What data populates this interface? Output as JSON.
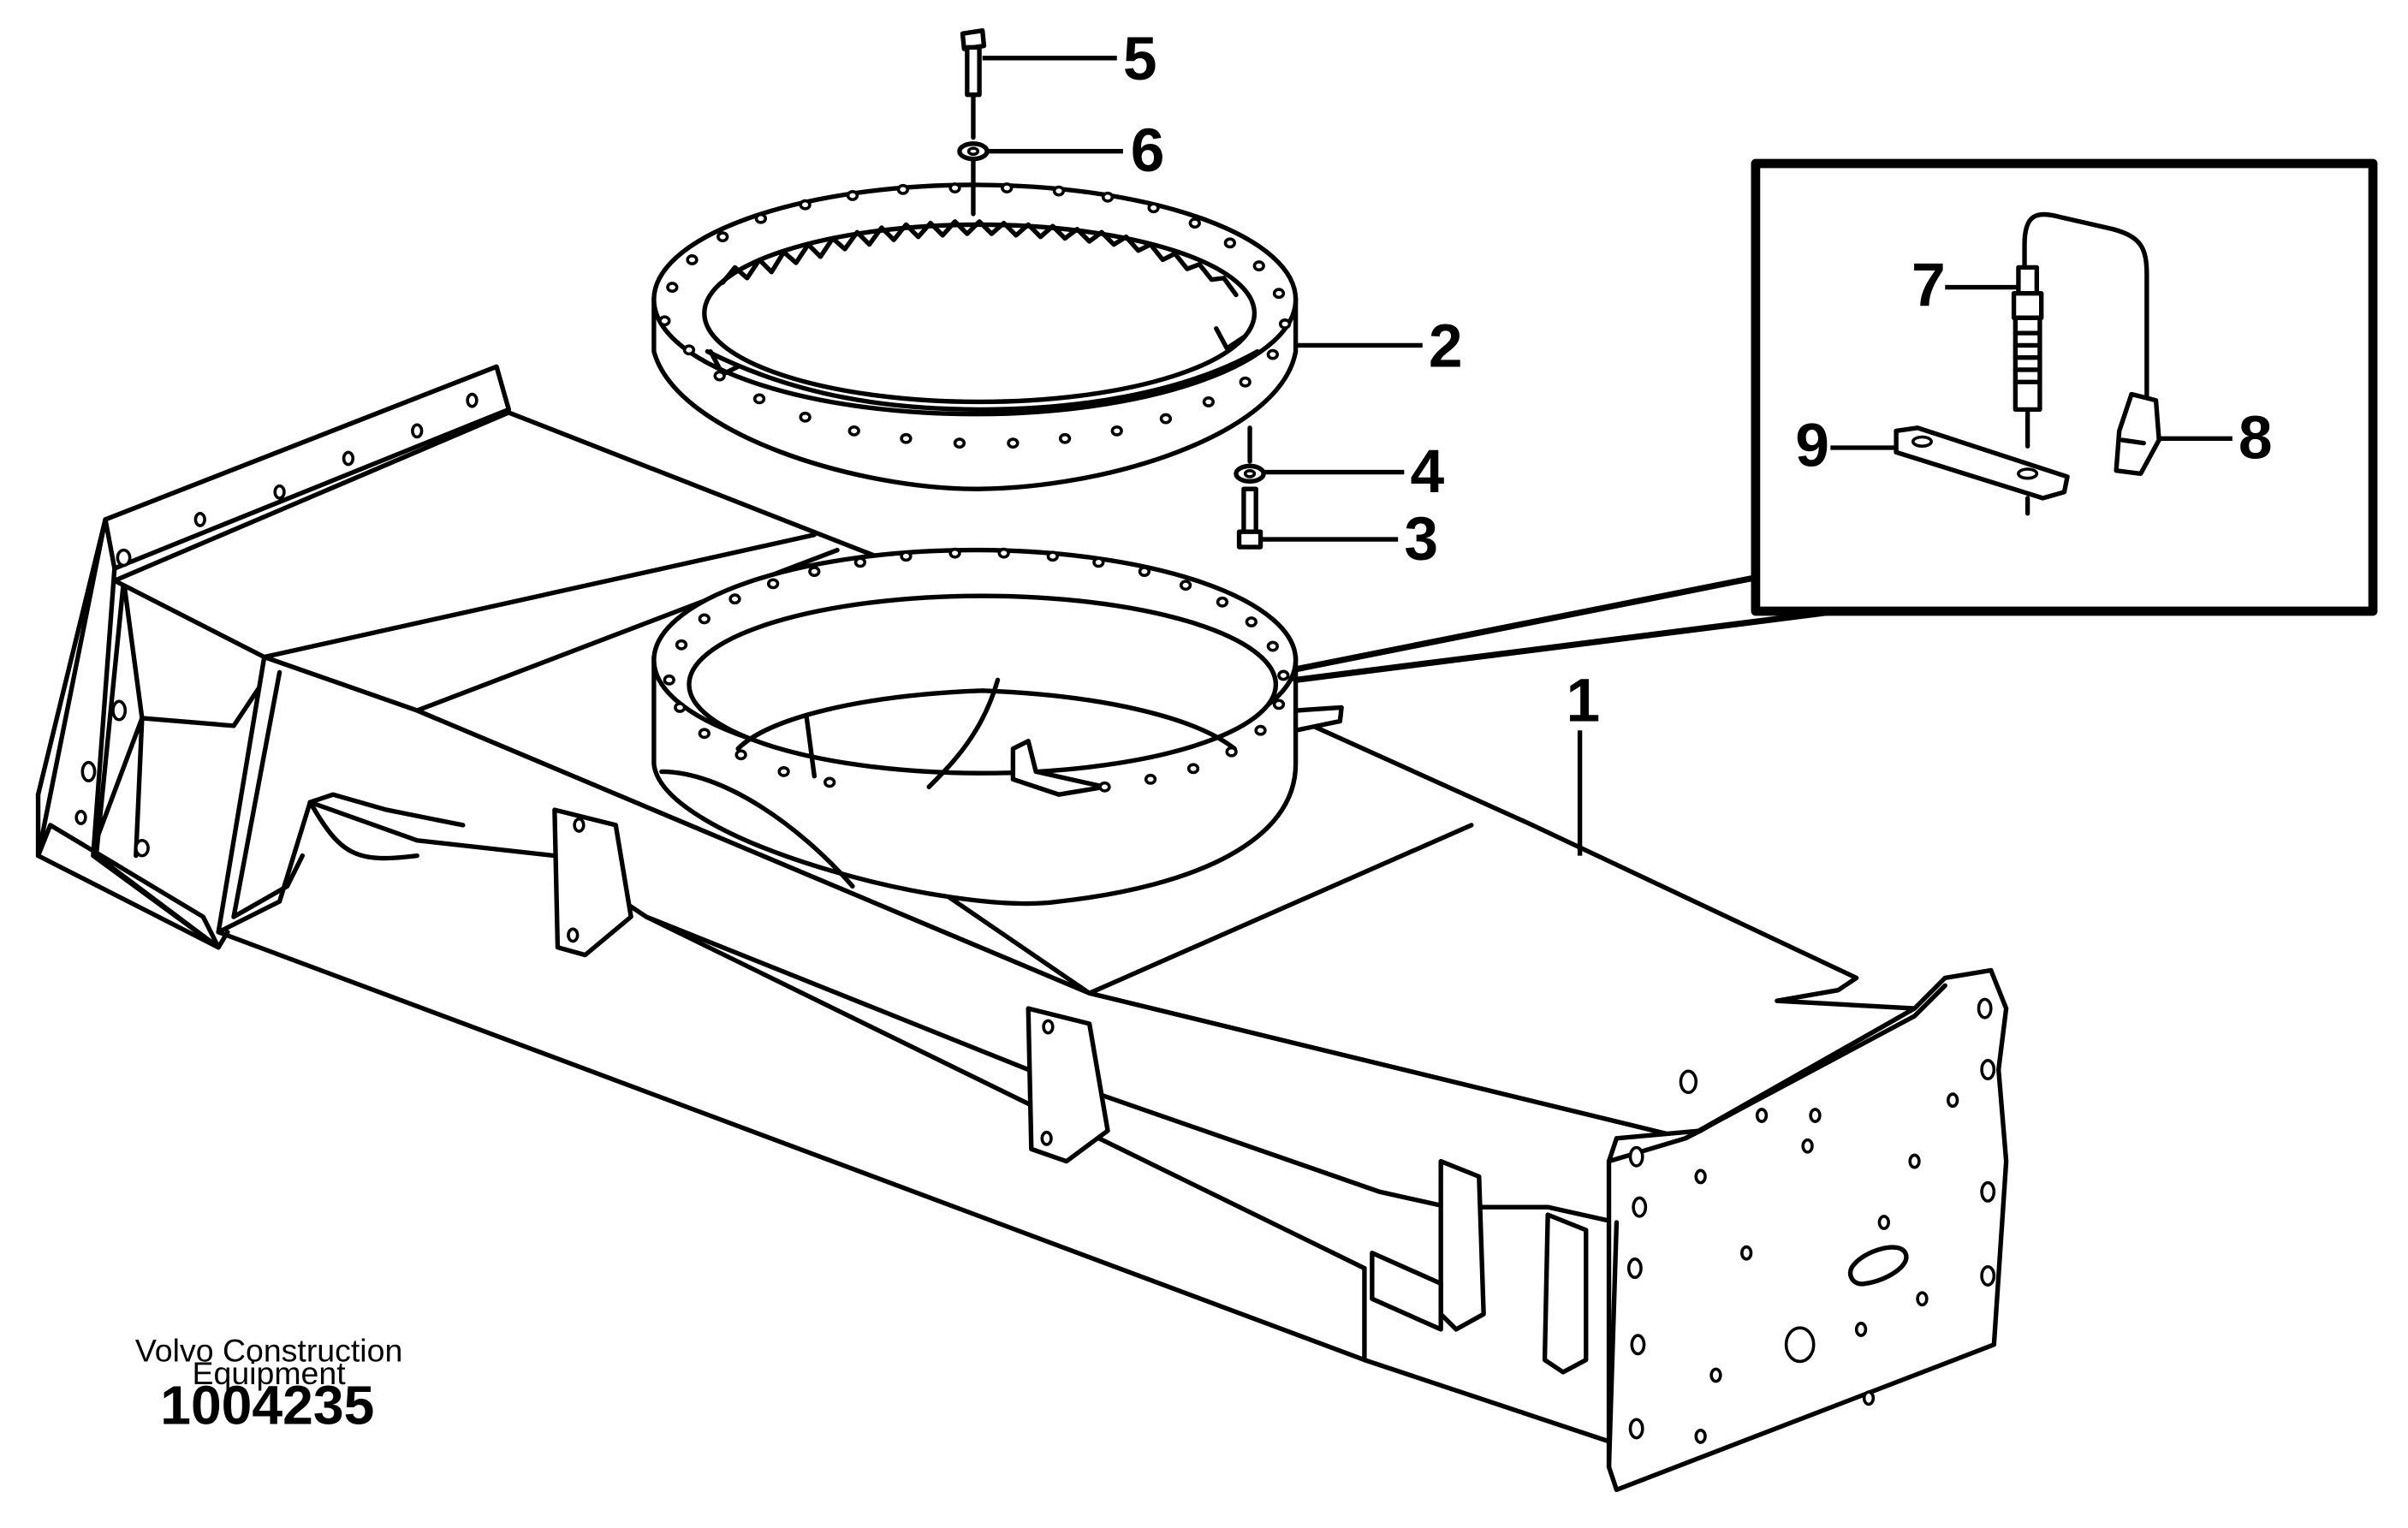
{
  "drawing": {
    "credit_line1": "Volvo Construction",
    "credit_line2": "Equipment",
    "document_number": "1004235"
  },
  "callouts": [
    {
      "id": "1"
    },
    {
      "id": "2"
    },
    {
      "id": "3"
    },
    {
      "id": "4"
    },
    {
      "id": "5"
    },
    {
      "id": "6"
    },
    {
      "id": "7"
    },
    {
      "id": "8"
    },
    {
      "id": "9"
    }
  ]
}
